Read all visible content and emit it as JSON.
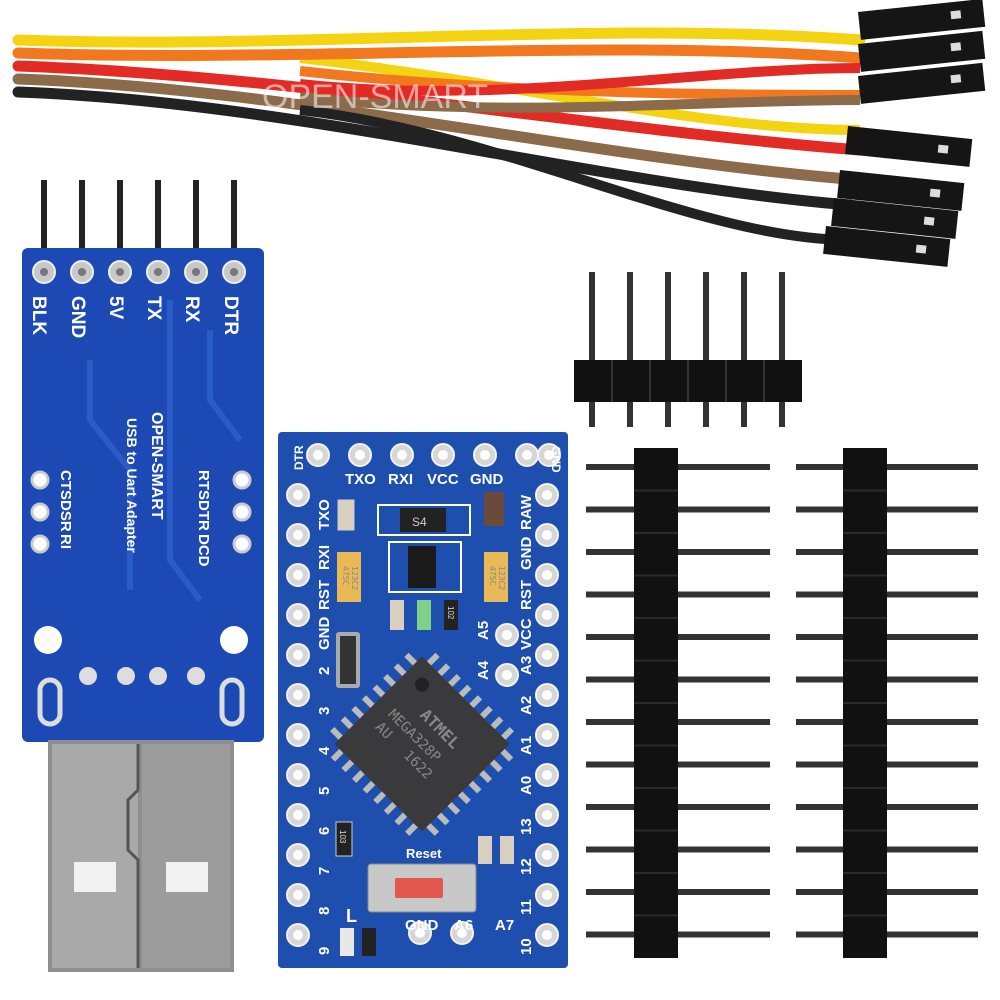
{
  "watermark": "OPEN-SMART",
  "usb_adapter": {
    "pin_labels": [
      "BLK",
      "GND",
      "5V",
      "TX",
      "RX",
      "DTR"
    ],
    "left_pads": [
      "CTS",
      "DSR",
      "RI"
    ],
    "right_pads": [
      "RTS",
      "DTR",
      "DCD"
    ],
    "brand": "OPEN-SMART",
    "subtitle": "USB to Uart Adapter",
    "pcb_color": "#1d49b4"
  },
  "pro_mini": {
    "corner_labels": [
      "DTR",
      "GND"
    ],
    "top_labels": [
      "TXO",
      "RXI",
      "VCC",
      "GND"
    ],
    "left_labels": [
      "TXO",
      "RXI",
      "RST",
      "GND",
      "2",
      "3",
      "4",
      "5",
      "6",
      "7",
      "8",
      "9"
    ],
    "right_labels": [
      "RAW",
      "GND",
      "RST",
      "VCC",
      "A3",
      "A2",
      "A1",
      "A0",
      "13",
      "12",
      "11",
      "10"
    ],
    "inner_labels": [
      "A5",
      "A4"
    ],
    "bottom_labels": [
      "GND",
      "A6",
      "A7"
    ],
    "reset_label": "Reset",
    "led_label": "L",
    "diode_marking": "S4",
    "cap_marking": [
      "475C",
      "123C2"
    ],
    "resistor_marking": "102",
    "resistor2_marking": "103",
    "chip": {
      "brand": "ATMEL",
      "model": "MEGA328P",
      "pkg": "AU",
      "date": "1622"
    },
    "pcb_color": "#1f4fae"
  },
  "wire_colors": [
    "#f3d312",
    "#f2781f",
    "#e12b24",
    "#8c6b4b",
    "#222222"
  ]
}
